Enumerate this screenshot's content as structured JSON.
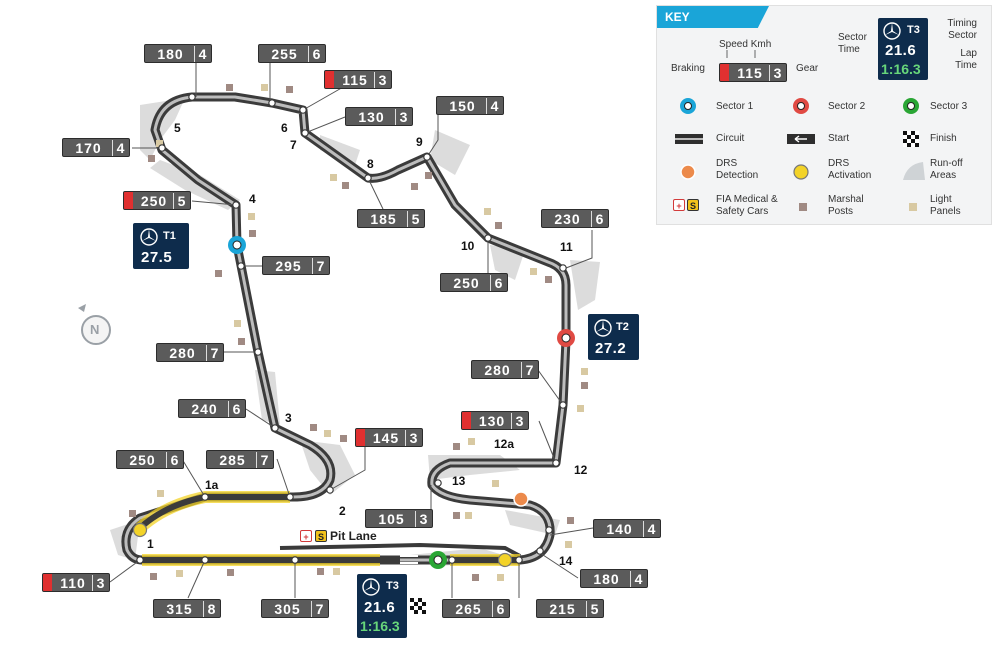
{
  "key": {
    "title": "KEY",
    "speed_kmh": "Speed Kmh",
    "braking": "Braking",
    "gear": "Gear",
    "sample_speed": "115",
    "sample_gear": "3",
    "sector_time": "Sector Time",
    "timing_sector": "Timing Sector",
    "lap_time": "Lap Time",
    "sample_sector": "T3",
    "sample_time": "21.6",
    "sample_lap": "1:16.3",
    "sector1": "Sector 1",
    "sector2": "Sector 2",
    "sector3": "Sector 3",
    "circuit": "Circuit",
    "start": "Start",
    "finish": "Finish",
    "drs_detection": "DRS Detection",
    "drs_activation": "DRS Activation",
    "runoff": "Run-off Areas",
    "medical": "FIA Medical & Safety Cars",
    "marshal": "Marshal Posts",
    "light": "Light Panels",
    "medical_icon": "+",
    "sc_icon": "S"
  },
  "colors": {
    "sector1": "#1aa5d8",
    "sector2": "#e04a43",
    "sector3": "#2aa635",
    "drs_detection": "#ec8a4b",
    "drs_activation": "#f3d328",
    "timing_box": "#0e2c4c"
  },
  "gauges": [
    {
      "id": "g1",
      "speed": "180",
      "gear": "4",
      "braking": false
    },
    {
      "id": "g2",
      "speed": "255",
      "gear": "6",
      "braking": false
    },
    {
      "id": "g3",
      "speed": "115",
      "gear": "3",
      "braking": true
    },
    {
      "id": "g4",
      "speed": "130",
      "gear": "3",
      "braking": false
    },
    {
      "id": "g5",
      "speed": "150",
      "gear": "4",
      "braking": false
    },
    {
      "id": "g6",
      "speed": "170",
      "gear": "4",
      "braking": false
    },
    {
      "id": "g7",
      "speed": "250",
      "gear": "5",
      "braking": true
    },
    {
      "id": "g8",
      "speed": "185",
      "gear": "5",
      "braking": false
    },
    {
      "id": "g9",
      "speed": "230",
      "gear": "6",
      "braking": false
    },
    {
      "id": "g10",
      "speed": "295",
      "gear": "7",
      "braking": false
    },
    {
      "id": "g11",
      "speed": "250",
      "gear": "6",
      "braking": false
    },
    {
      "id": "g12",
      "speed": "280",
      "gear": "7",
      "braking": false
    },
    {
      "id": "g13",
      "speed": "280",
      "gear": "7",
      "braking": false
    },
    {
      "id": "g14",
      "speed": "240",
      "gear": "6",
      "braking": false
    },
    {
      "id": "g15",
      "speed": "130",
      "gear": "3",
      "braking": true
    },
    {
      "id": "g16",
      "speed": "145",
      "gear": "3",
      "braking": true
    },
    {
      "id": "g17",
      "speed": "250",
      "gear": "6",
      "braking": false
    },
    {
      "id": "g18",
      "speed": "285",
      "gear": "7",
      "braking": false
    },
    {
      "id": "g19",
      "speed": "105",
      "gear": "3",
      "braking": false
    },
    {
      "id": "g20",
      "speed": "140",
      "gear": "4",
      "braking": false
    },
    {
      "id": "g21",
      "speed": "110",
      "gear": "3",
      "braking": true
    },
    {
      "id": "g22",
      "speed": "180",
      "gear": "4",
      "braking": false
    },
    {
      "id": "g23",
      "speed": "315",
      "gear": "8",
      "braking": false
    },
    {
      "id": "g24",
      "speed": "305",
      "gear": "7",
      "braking": false
    },
    {
      "id": "g25",
      "speed": "265",
      "gear": "6",
      "braking": false
    },
    {
      "id": "g26",
      "speed": "215",
      "gear": "5",
      "braking": false
    }
  ],
  "turns": {
    "t1": "1",
    "t1a": "1a",
    "t2": "2",
    "t3": "3",
    "t4": "4",
    "t5": "5",
    "t6": "6",
    "t7": "7",
    "t8": "8",
    "t9": "9",
    "t10": "10",
    "t11": "11",
    "t12": "12",
    "t12a": "12a",
    "t13": "13",
    "t14": "14"
  },
  "timing": {
    "t1": {
      "sector": "T1",
      "time": "27.5"
    },
    "t2": {
      "sector": "T2",
      "time": "27.2"
    },
    "t3": {
      "sector": "T3",
      "time": "21.6",
      "lap": "1:16.3"
    }
  },
  "pit_lane": "Pit Lane",
  "compass": "N"
}
